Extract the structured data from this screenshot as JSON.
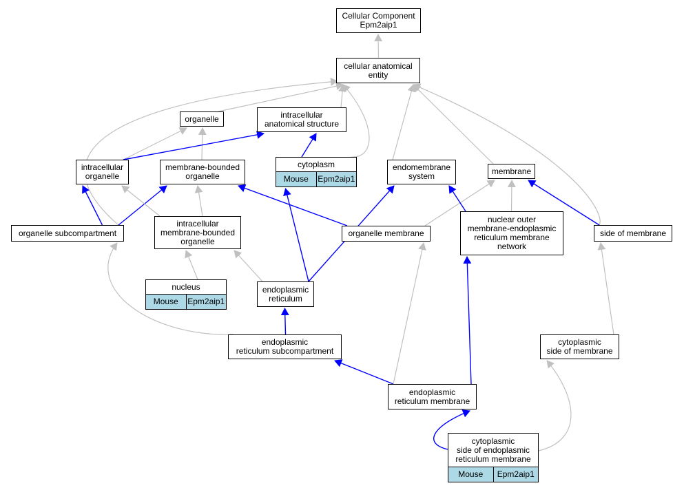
{
  "colors": {
    "is_a": "#c0c0c0",
    "part_of": "#0000ff",
    "annotation_bg": "#add8e6"
  },
  "nodes": {
    "root": {
      "label": "Cellular Component\nEpm2aip1"
    },
    "cae": {
      "label": "cellular anatomical\nentity"
    },
    "organelle": {
      "label": "organelle"
    },
    "ias": {
      "label": "intracellular\nanatomical structure"
    },
    "io": {
      "label": "intracellular\norganelle"
    },
    "mbo": {
      "label": "membrane-bounded\norganelle"
    },
    "cytoplasm": {
      "label": "cytoplasm",
      "ann": [
        "Mouse",
        "Epm2aip1"
      ]
    },
    "endo": {
      "label": "endomembrane\nsystem"
    },
    "membrane": {
      "label": "membrane"
    },
    "osub": {
      "label": "organelle subcompartment"
    },
    "imbo": {
      "label": "intracellular\nmembrane-bounded\norganelle"
    },
    "omem": {
      "label": "organelle membrane"
    },
    "nom": {
      "label": "nuclear outer\nmembrane-endoplasmic\nreticulum membrane\nnetwork"
    },
    "som": {
      "label": "side of membrane"
    },
    "nucleus": {
      "label": "nucleus",
      "ann": [
        "Mouse",
        "Epm2aip1"
      ]
    },
    "er": {
      "label": "endoplasmic\nreticulum"
    },
    "ersub": {
      "label": "endoplasmic\nreticulum subcompartment"
    },
    "csom": {
      "label": "cytoplasmic\nside of membrane"
    },
    "erm": {
      "label": "endoplasmic\nreticulum membrane"
    },
    "cserm": {
      "label": "cytoplasmic\nside of endoplasmic\nreticulum membrane",
      "ann": [
        "Mouse",
        "Epm2aip1"
      ]
    }
  },
  "edges": [
    {
      "from": "cae",
      "to": "root",
      "type": "is_a"
    },
    {
      "from": "organelle",
      "to": "cae",
      "type": "is_a"
    },
    {
      "from": "ias",
      "to": "cae",
      "type": "is_a"
    },
    {
      "from": "cytoplasm",
      "to": "cae",
      "type": "is_a"
    },
    {
      "from": "endo",
      "to": "cae",
      "type": "is_a"
    },
    {
      "from": "membrane",
      "to": "cae",
      "type": "is_a"
    },
    {
      "from": "osub",
      "to": "cae",
      "type": "is_a"
    },
    {
      "from": "som",
      "to": "cae",
      "type": "is_a"
    },
    {
      "from": "cytoplasm",
      "to": "ias",
      "type": "part_of"
    },
    {
      "from": "io",
      "to": "organelle",
      "type": "is_a"
    },
    {
      "from": "mbo",
      "to": "organelle",
      "type": "is_a"
    },
    {
      "from": "io",
      "to": "ias",
      "type": "part_of"
    },
    {
      "from": "osub",
      "to": "io",
      "type": "part_of"
    },
    {
      "from": "osub",
      "to": "mbo",
      "type": "part_of"
    },
    {
      "from": "imbo",
      "to": "io",
      "type": "is_a"
    },
    {
      "from": "imbo",
      "to": "mbo",
      "type": "is_a"
    },
    {
      "from": "omem",
      "to": "mbo",
      "type": "part_of"
    },
    {
      "from": "omem",
      "to": "membrane",
      "type": "is_a"
    },
    {
      "from": "nom",
      "to": "endo",
      "type": "part_of"
    },
    {
      "from": "nom",
      "to": "membrane",
      "type": "is_a"
    },
    {
      "from": "som",
      "to": "membrane",
      "type": "part_of"
    },
    {
      "from": "nucleus",
      "to": "imbo",
      "type": "is_a"
    },
    {
      "from": "er",
      "to": "imbo",
      "type": "is_a"
    },
    {
      "from": "er",
      "to": "cytoplasm",
      "type": "part_of"
    },
    {
      "from": "er",
      "to": "endo",
      "type": "part_of"
    },
    {
      "from": "ersub",
      "to": "er",
      "type": "part_of"
    },
    {
      "from": "ersub",
      "to": "osub",
      "type": "is_a"
    },
    {
      "from": "erm",
      "to": "ersub",
      "type": "part_of"
    },
    {
      "from": "erm",
      "to": "omem",
      "type": "is_a"
    },
    {
      "from": "erm",
      "to": "nom",
      "type": "part_of"
    },
    {
      "from": "cserm",
      "to": "erm",
      "type": "part_of"
    },
    {
      "from": "cserm",
      "to": "csom",
      "type": "is_a"
    },
    {
      "from": "csom",
      "to": "som",
      "type": "is_a"
    }
  ]
}
